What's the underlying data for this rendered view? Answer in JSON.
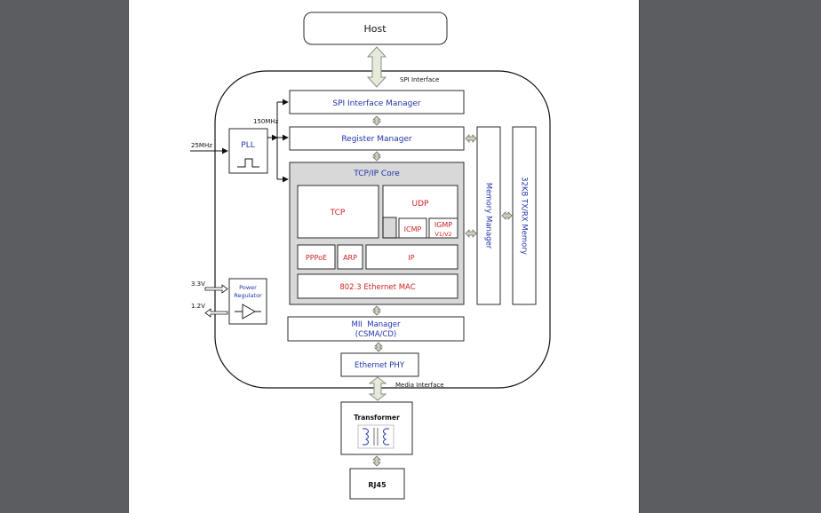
{
  "diagram": {
    "host": "Host",
    "spi_interface": "SPI Interface",
    "spi_manager": "SPI Interface Manager",
    "register_manager": "Register Manager",
    "pll": "PLL",
    "clk_25": "25MHz",
    "clk_150": "150MHz",
    "tcpip_core": "TCP/IP Core",
    "tcp": "TCP",
    "udp": "UDP",
    "icmp": "ICMP",
    "igmp_line1": "IGMP",
    "igmp_line2": "V1/V2",
    "pppoe": "PPPoE",
    "arp": "ARP",
    "ip": "IP",
    "mac": "802.3 Ethernet MAC",
    "memory_manager": "Memory Manager",
    "memory": "32KB TX/RX Memory",
    "power_reg_line1": "Power",
    "power_reg_line2": "Regulator",
    "v33": "3.3V",
    "v12": "1.2V",
    "mii_line1": "MII  Manager",
    "mii_line2": "(CSMA/CD)",
    "ethernet_phy": "Ethernet PHY",
    "media_interface": "Media Interface",
    "transformer": "Transformer",
    "rj45": "RJ45"
  },
  "colors": {
    "background": "#5b5d60",
    "page": "#ffffff",
    "block_label_blue": "#2233aa",
    "protocol_label_red": "#cc2222",
    "core_fill": "#d8d8d8"
  }
}
